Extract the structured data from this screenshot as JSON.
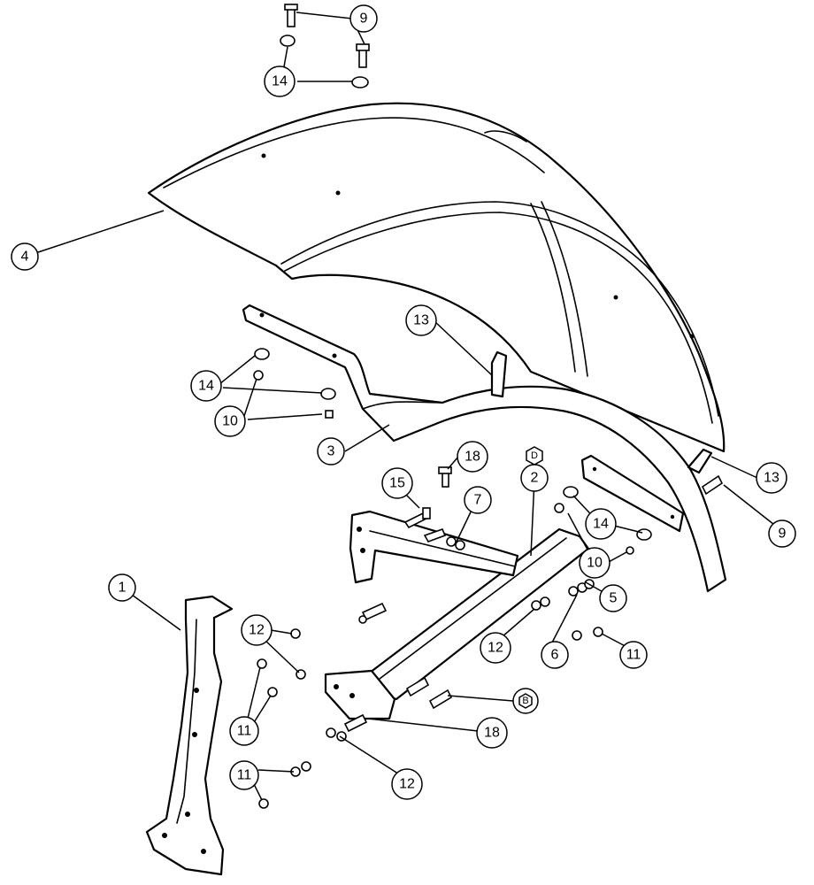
{
  "diagram": {
    "callouts": [
      {
        "id": "c9a",
        "label": "9"
      },
      {
        "id": "c14a",
        "label": "14"
      },
      {
        "id": "c4",
        "label": "4"
      },
      {
        "id": "c13a",
        "label": "13"
      },
      {
        "id": "c14b",
        "label": "14"
      },
      {
        "id": "c10a",
        "label": "10"
      },
      {
        "id": "c3",
        "label": "3"
      },
      {
        "id": "c18a",
        "label": "18"
      },
      {
        "id": "cD",
        "label": "D"
      },
      {
        "id": "c15",
        "label": "15"
      },
      {
        "id": "c7",
        "label": "7"
      },
      {
        "id": "c2",
        "label": "2"
      },
      {
        "id": "c13b",
        "label": "13"
      },
      {
        "id": "c9b",
        "label": "9"
      },
      {
        "id": "c14c",
        "label": "14"
      },
      {
        "id": "c10b",
        "label": "10"
      },
      {
        "id": "c5",
        "label": "5"
      },
      {
        "id": "c1",
        "label": "1"
      },
      {
        "id": "c12a",
        "label": "12"
      },
      {
        "id": "c12b",
        "label": "12"
      },
      {
        "id": "c6",
        "label": "6"
      },
      {
        "id": "c11a",
        "label": "11"
      },
      {
        "id": "c11b",
        "label": "11"
      },
      {
        "id": "cB",
        "label": "B"
      },
      {
        "id": "c18b",
        "label": "18"
      },
      {
        "id": "c11c",
        "label": "11"
      },
      {
        "id": "c12c",
        "label": "12"
      }
    ]
  }
}
